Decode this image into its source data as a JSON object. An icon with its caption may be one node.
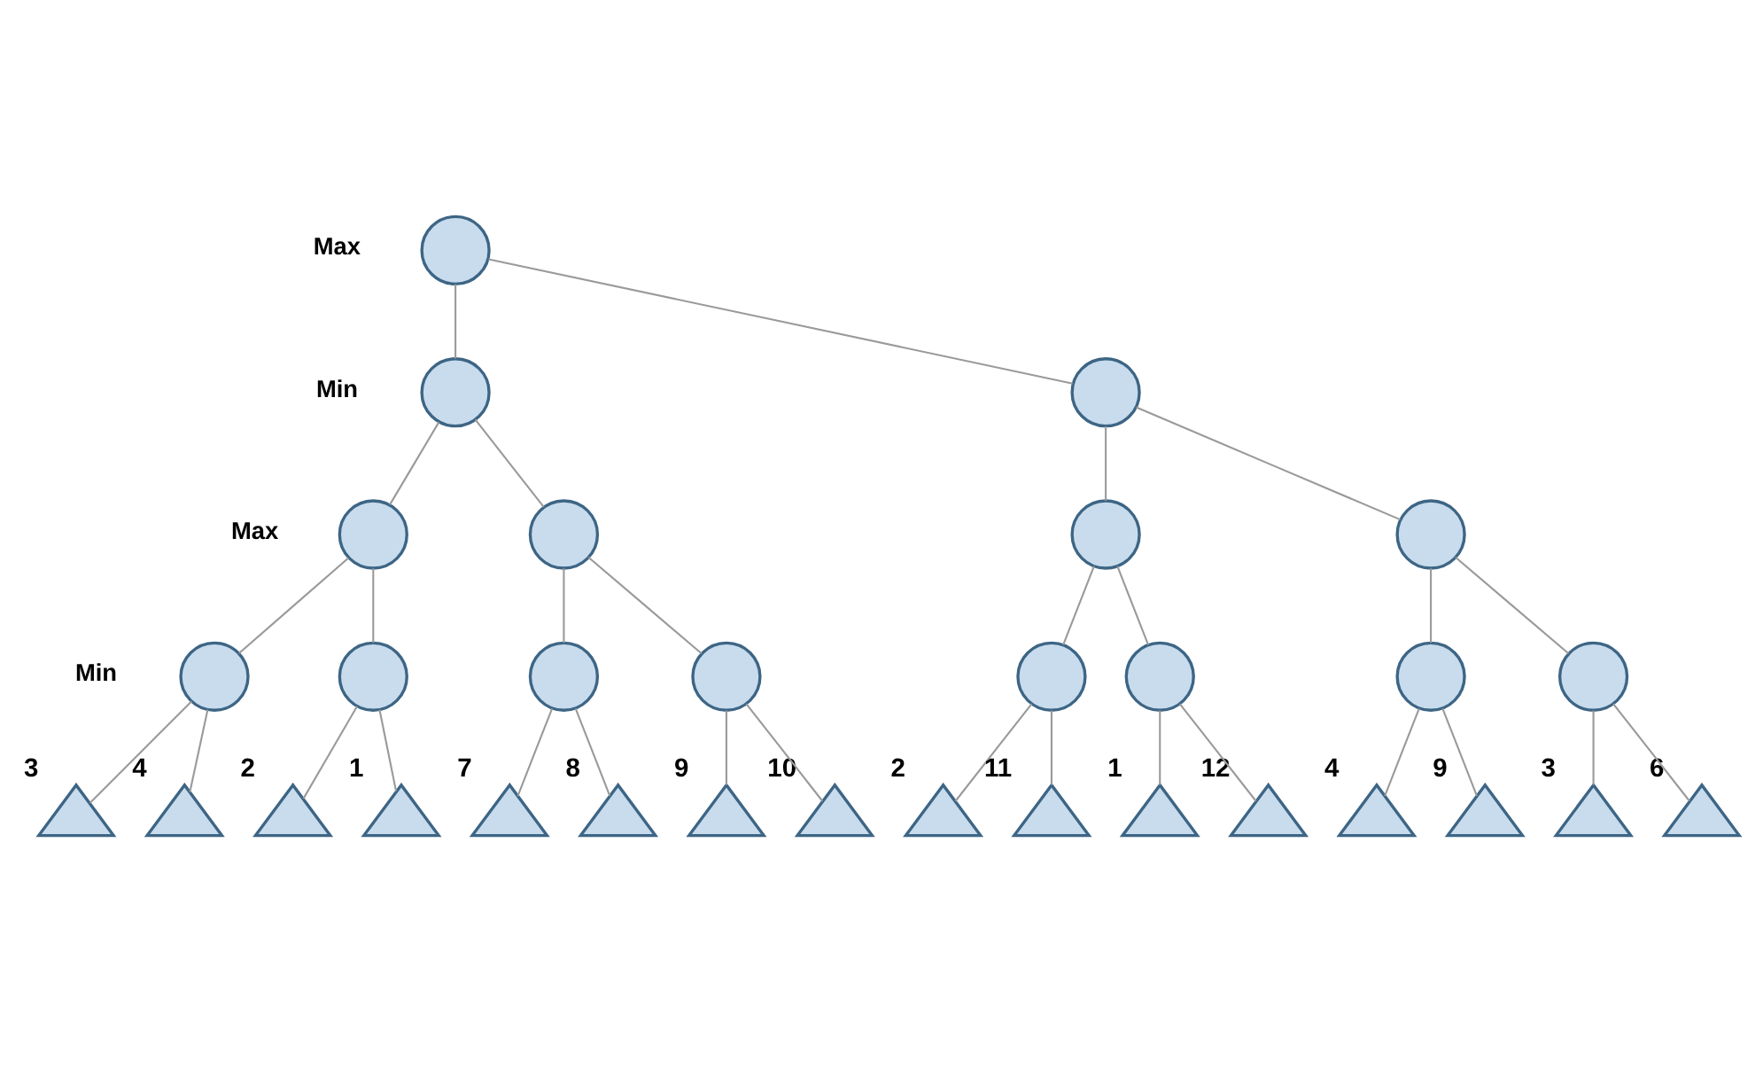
{
  "diagram": {
    "nodes": [
      {
        "text": [],
        "shape": "circle"
      },
      {
        "text": [],
        "shape": "circle"
      },
      {
        "text": [],
        "shape": "circle"
      },
      {
        "text": [],
        "shape": "circle"
      },
      {
        "text": [],
        "shape": "circle"
      },
      {
        "text": [],
        "shape": "circle"
      },
      {
        "text": [],
        "shape": "circle"
      },
      {
        "text": [],
        "shape": "circle"
      },
      {
        "text": [],
        "shape": "circle"
      },
      {
        "text": [],
        "shape": "circle"
      },
      {
        "text": [],
        "shape": "circle"
      },
      {
        "text": [],
        "shape": "circle"
      },
      {
        "text": [],
        "shape": "circle"
      },
      {
        "text": [],
        "shape": "circle"
      },
      {
        "text": [],
        "shape": "circle"
      },
      {
        "text": [],
        "shape": "triangle",
        "beside": [
          "3"
        ]
      },
      {
        "text": [],
        "shape": "triangle",
        "beside": [
          "4"
        ]
      },
      {
        "text": [],
        "shape": "triangle",
        "beside": [
          "2"
        ]
      },
      {
        "text": [],
        "shape": "triangle",
        "beside": [
          "1"
        ]
      },
      {
        "text": [],
        "shape": "triangle",
        "beside": [
          "7"
        ]
      },
      {
        "text": [],
        "shape": "triangle",
        "beside": [
          "8"
        ]
      },
      {
        "text": [],
        "shape": "triangle",
        "beside": [
          "9"
        ]
      },
      {
        "text": [],
        "shape": "triangle",
        "beside": [
          "10"
        ]
      },
      {
        "text": [],
        "shape": "triangle",
        "beside": [
          "2"
        ]
      },
      {
        "text": [],
        "shape": "triangle",
        "beside": [
          "11"
        ]
      },
      {
        "text": [],
        "shape": "triangle",
        "beside": [
          "1"
        ]
      },
      {
        "text": [],
        "shape": "triangle",
        "beside": [
          "12"
        ]
      },
      {
        "text": [],
        "shape": "triangle",
        "beside": [
          "4"
        ]
      },
      {
        "text": [],
        "shape": "triangle",
        "beside": [
          "9"
        ]
      },
      {
        "text": [],
        "shape": "triangle",
        "beside": [
          "3"
        ]
      },
      {
        "text": [],
        "shape": "triangle",
        "beside": [
          "6"
        ]
      }
    ],
    "edges": [
      {
        "from": 0,
        "to": 1,
        "arrow": "none"
      },
      {
        "from": 0,
        "to": 2,
        "arrow": "none"
      },
      {
        "from": 1,
        "to": 3,
        "arrow": "none"
      },
      {
        "from": 1,
        "to": 4,
        "arrow": "none"
      },
      {
        "from": 2,
        "to": 5,
        "arrow": "none"
      },
      {
        "from": 2,
        "to": 6,
        "arrow": "none"
      },
      {
        "from": 3,
        "to": 7,
        "arrow": "none"
      },
      {
        "from": 3,
        "to": 8,
        "arrow": "none"
      },
      {
        "from": 4,
        "to": 9,
        "arrow": "none"
      },
      {
        "from": 4,
        "to": 10,
        "arrow": "none"
      },
      {
        "from": 5,
        "to": 11,
        "arrow": "none"
      },
      {
        "from": 5,
        "to": 12,
        "arrow": "none"
      },
      {
        "from": 6,
        "to": 13,
        "arrow": "none"
      },
      {
        "from": 6,
        "to": 14,
        "arrow": "none"
      },
      {
        "from": 7,
        "to": 15,
        "arrow": "none"
      },
      {
        "from": 7,
        "to": 16,
        "arrow": "none"
      },
      {
        "from": 8,
        "to": 17,
        "arrow": "none"
      },
      {
        "from": 8,
        "to": 18,
        "arrow": "none"
      },
      {
        "from": 9,
        "to": 19,
        "arrow": "none"
      },
      {
        "from": 9,
        "to": 20,
        "arrow": "none"
      },
      {
        "from": 10,
        "to": 21,
        "arrow": "none"
      },
      {
        "from": 10,
        "to": 22,
        "arrow": "none"
      },
      {
        "from": 11,
        "to": 23,
        "arrow": "none"
      },
      {
        "from": 11,
        "to": 24,
        "arrow": "none"
      },
      {
        "from": 12,
        "to": 25,
        "arrow": "none"
      },
      {
        "from": 12,
        "to": 26,
        "arrow": "none"
      },
      {
        "from": 13,
        "to": 27,
        "arrow": "none"
      },
      {
        "from": 13,
        "to": 28,
        "arrow": "none"
      },
      {
        "from": 14,
        "to": 29,
        "arrow": "none"
      },
      {
        "from": 14,
        "to": 30,
        "arrow": "none"
      }
    ],
    "labels": [
      "Max",
      "Min",
      "Max",
      "Min"
    ]
  }
}
